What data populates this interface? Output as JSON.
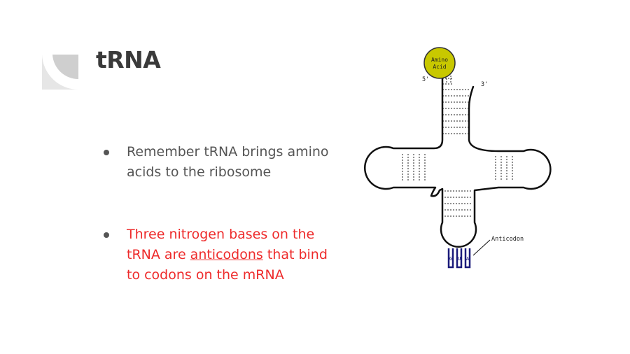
{
  "slide": {
    "title": "tRNA",
    "bullets": [
      {
        "text": "Remember tRNA brings amino acids to the ribosome"
      },
      {
        "text_before": "Three nitrogen bases on the tRNA are ",
        "text_underlined": "anticodons",
        "text_after": " that bind to codons on the mRNA",
        "color": "#ee2b2b"
      }
    ]
  },
  "diagram": {
    "amino_acid_line1": "Amino",
    "amino_acid_line2": "Acid",
    "five_prime": "5'",
    "three_prime": "3'",
    "anticodon_label": "Anticodon",
    "anticodon_bases": [
      "G",
      "U",
      "A"
    ],
    "colors": {
      "amino_acid_fill": "#c8c800",
      "anticodon": "#1a1a7a",
      "outline": "#111111"
    }
  }
}
